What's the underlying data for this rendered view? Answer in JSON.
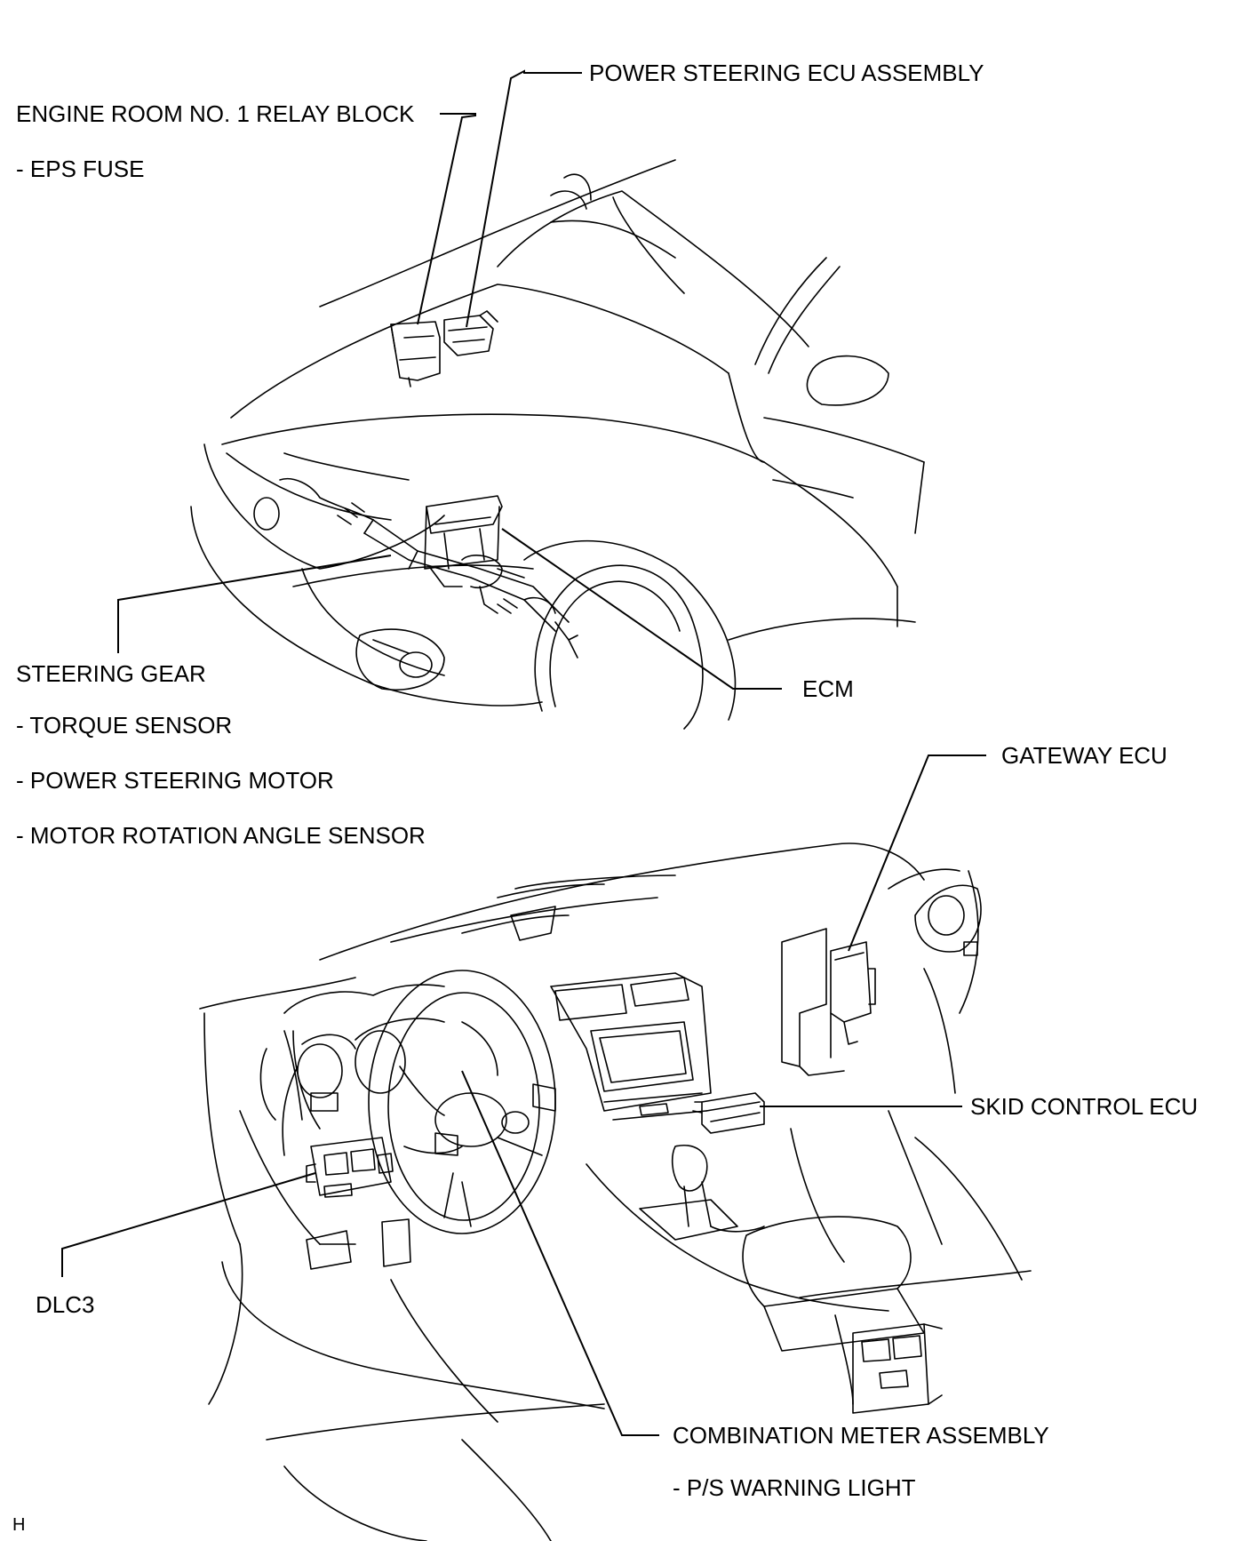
{
  "labels": {
    "power_steering_ecu": "POWER STEERING ECU ASSEMBLY",
    "relay_block": "ENGINE ROOM NO. 1 RELAY BLOCK",
    "eps_fuse": "- EPS FUSE",
    "steering_gear": "STEERING GEAR",
    "torque_sensor": "- TORQUE SENSOR",
    "ps_motor": "- POWER STEERING MOTOR",
    "rotation_sensor": "- MOTOR ROTATION ANGLE SENSOR",
    "ecm": "ECM",
    "gateway_ecu": "GATEWAY ECU",
    "skid_control_ecu": "SKID CONTROL ECU",
    "dlc3": "DLC3",
    "combination_meter": "COMBINATION METER ASSEMBLY",
    "ps_warning_light": "- P/S WARNING LIGHT",
    "figure_code": "H"
  }
}
